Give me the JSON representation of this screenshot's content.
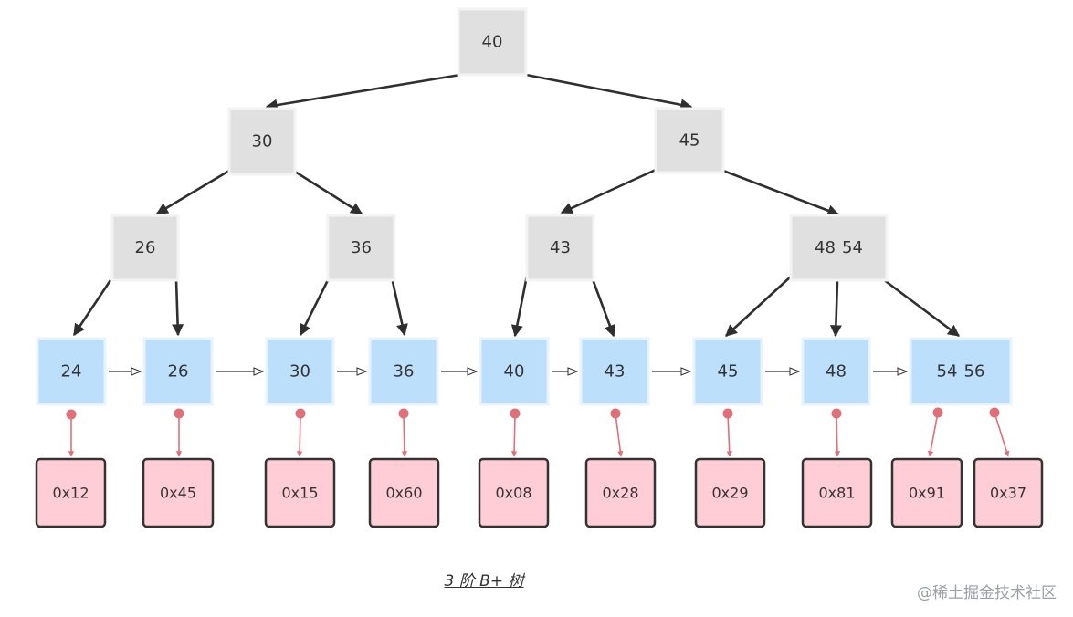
{
  "colors": {
    "internal_fill": "#e0e0e0",
    "internal_stroke": "#f3f3f3",
    "leaf_fill": "#bcdffb",
    "leaf_stroke": "#e7f3fd",
    "record_fill": "#ffcdd6",
    "record_stroke": "#333333",
    "edge": "#2f2f2f",
    "record_edge": "#e06f78"
  },
  "internal_nodes": [
    {
      "id": "root",
      "keys": [
        "40"
      ]
    },
    {
      "id": "n30",
      "keys": [
        "30"
      ]
    },
    {
      "id": "n45",
      "keys": [
        "45"
      ]
    },
    {
      "id": "n26",
      "keys": [
        "26"
      ]
    },
    {
      "id": "n36",
      "keys": [
        "36"
      ]
    },
    {
      "id": "n43",
      "keys": [
        "43"
      ]
    },
    {
      "id": "n4854",
      "keys": [
        "48",
        "54"
      ]
    }
  ],
  "leaf_nodes": [
    {
      "id": "l24",
      "keys": [
        "24"
      ]
    },
    {
      "id": "l26",
      "keys": [
        "26"
      ]
    },
    {
      "id": "l30",
      "keys": [
        "30"
      ]
    },
    {
      "id": "l36",
      "keys": [
        "36"
      ]
    },
    {
      "id": "l40",
      "keys": [
        "40"
      ]
    },
    {
      "id": "l43",
      "keys": [
        "43"
      ]
    },
    {
      "id": "l45",
      "keys": [
        "45"
      ]
    },
    {
      "id": "l48",
      "keys": [
        "48"
      ]
    },
    {
      "id": "l5456",
      "keys": [
        "54",
        "56"
      ]
    }
  ],
  "records": [
    {
      "id": "r0",
      "address": "0x12"
    },
    {
      "id": "r1",
      "address": "0x45"
    },
    {
      "id": "r2",
      "address": "0x15"
    },
    {
      "id": "r3",
      "address": "0x60"
    },
    {
      "id": "r4",
      "address": "0x08"
    },
    {
      "id": "r5",
      "address": "0x28"
    },
    {
      "id": "r6",
      "address": "0x29"
    },
    {
      "id": "r7",
      "address": "0x81"
    },
    {
      "id": "r8",
      "address": "0x91"
    },
    {
      "id": "r9",
      "address": "0x37"
    }
  ],
  "caption": "3 阶 B+ 树",
  "watermark": "@稀土掘金技术社区"
}
